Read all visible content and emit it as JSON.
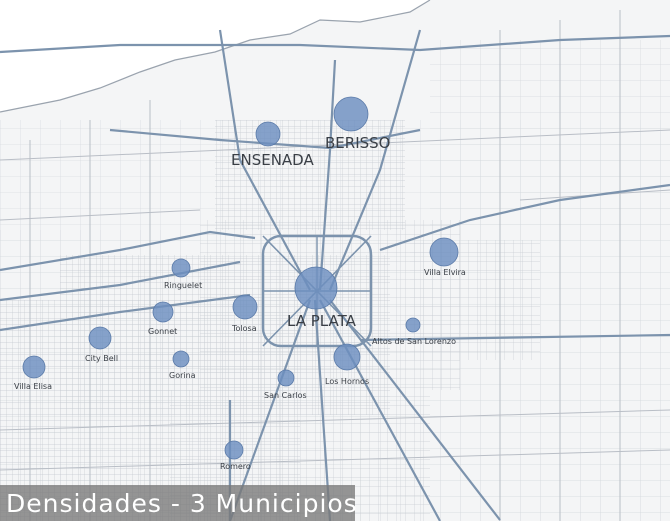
{
  "title": "Densidades - 3 Municipios",
  "colors": {
    "background": "#f4f5f6",
    "street": "#b9bec6",
    "main_road": "#7c93ad",
    "density_circle": "#6d8fbf",
    "title_bar": "#787878"
  },
  "places": [
    {
      "key": "berisso",
      "label": "BERISSO",
      "size": "large",
      "density": "high"
    },
    {
      "key": "ensenada",
      "label": "ENSENADA",
      "size": "large",
      "density": "medium"
    },
    {
      "key": "la_plata",
      "label": "LA PLATA",
      "size": "large",
      "density": "highest"
    },
    {
      "key": "villa_elvira",
      "label": "Villa Elvira",
      "size": "small",
      "density": "high"
    },
    {
      "key": "ringuelet",
      "label": "Ringuelet",
      "size": "small",
      "density": "low"
    },
    {
      "key": "gonnet",
      "label": "Gonnet",
      "size": "small",
      "density": "low"
    },
    {
      "key": "tolosa",
      "label": "Tolosa",
      "size": "small",
      "density": "medium"
    },
    {
      "key": "city_bell",
      "label": "City Bell",
      "size": "small",
      "density": "medium"
    },
    {
      "key": "gorina",
      "label": "Gorina",
      "size": "small",
      "density": "very-low"
    },
    {
      "key": "villa_elisa",
      "label": "Villa Elisa",
      "size": "small",
      "density": "medium"
    },
    {
      "key": "altos_san_lorenzo",
      "label": "Altos de San Lorenzo",
      "size": "small",
      "density": "very-low"
    },
    {
      "key": "los_hornos",
      "label": "Los Hornos",
      "size": "small",
      "density": "medium"
    },
    {
      "key": "san_carlos",
      "label": "San Carlos",
      "size": "small",
      "density": "very-low"
    },
    {
      "key": "romero",
      "label": "Romero",
      "size": "small",
      "density": "very-low"
    }
  ]
}
